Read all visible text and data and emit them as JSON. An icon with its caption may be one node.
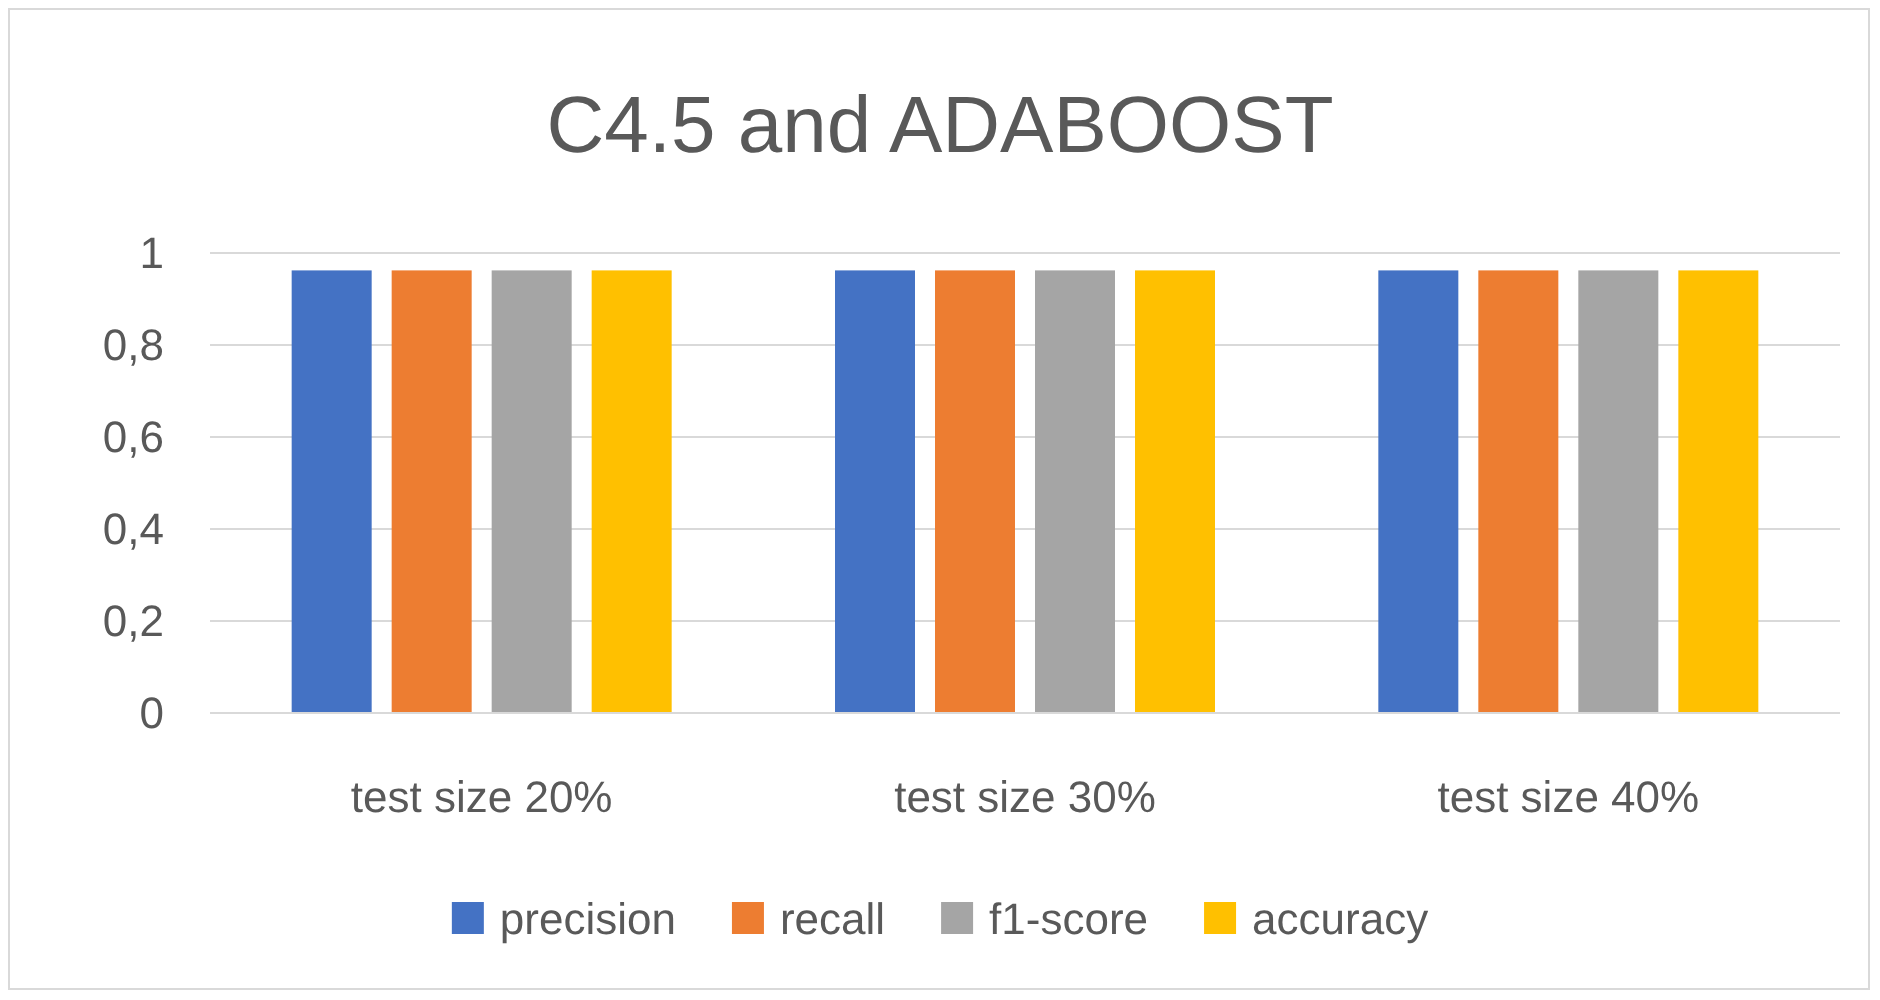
{
  "diagram": {
    "chart_data": {
      "type": "bar",
      "title": "C4.5 and ADABOOST",
      "categories": [
        "test size 20%",
        "test size 30%",
        "test size 40%"
      ],
      "series": [
        {
          "name": "precision",
          "color": "#4472c4",
          "values": [
            0.96,
            0.96,
            0.96
          ]
        },
        {
          "name": "recall",
          "color": "#ed7d31",
          "values": [
            0.96,
            0.96,
            0.96
          ]
        },
        {
          "name": "f1-score",
          "color": "#a5a5a5",
          "values": [
            0.96,
            0.96,
            0.96
          ]
        },
        {
          "name": "accuracy",
          "color": "#ffc000",
          "values": [
            0.96,
            0.96,
            0.96
          ]
        }
      ],
      "ylim": [
        0,
        1
      ],
      "grid": true,
      "legend": "bottom",
      "yticks": [
        {
          "value": 0,
          "label": "0"
        },
        {
          "value": 0.2,
          "label": "0,2"
        },
        {
          "value": 0.4,
          "label": "0,4"
        },
        {
          "value": 0.6,
          "label": "0,6"
        },
        {
          "value": 0.8,
          "label": "0,8"
        },
        {
          "value": 1,
          "label": "1"
        }
      ]
    }
  }
}
